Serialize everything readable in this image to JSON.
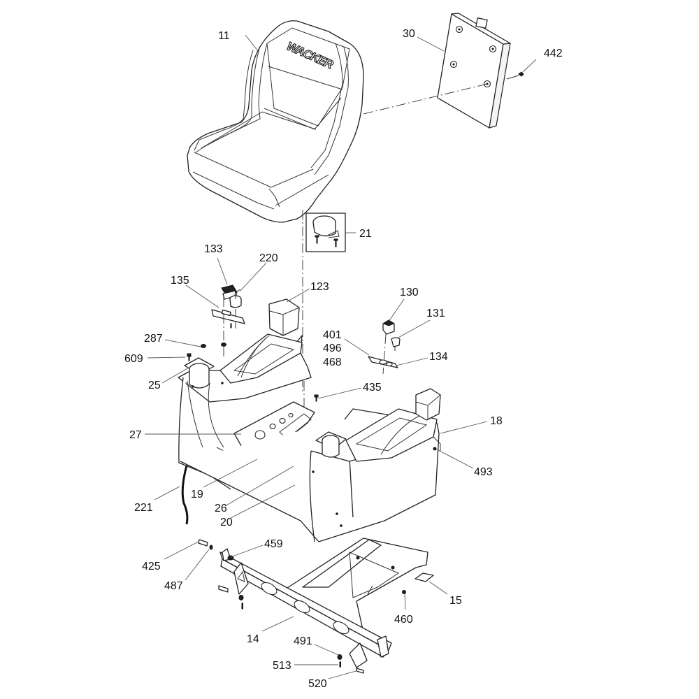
{
  "diagram": {
    "title": "Seat and console assembly – exploded parts view",
    "brand_text": "WACKER",
    "callouts": [
      {
        "id": "11",
        "label": "11",
        "part": "seat"
      },
      {
        "id": "30",
        "label": "30",
        "part": "back-plate"
      },
      {
        "id": "442",
        "label": "442",
        "part": "screw"
      },
      {
        "id": "21",
        "label": "21",
        "part": "buzzer-kit"
      },
      {
        "id": "133",
        "label": "133",
        "part": "switch"
      },
      {
        "id": "220",
        "label": "220",
        "part": "key-switch"
      },
      {
        "id": "135",
        "label": "135",
        "part": "switch-plate"
      },
      {
        "id": "123",
        "label": "123",
        "part": "left-control-box"
      },
      {
        "id": "130",
        "label": "130",
        "part": "rocker-switch"
      },
      {
        "id": "131",
        "label": "131",
        "part": "push-switch"
      },
      {
        "id": "401",
        "label": "401",
        "part": "fastener"
      },
      {
        "id": "496",
        "label": "496",
        "part": "fastener"
      },
      {
        "id": "468",
        "label": "468",
        "part": "fastener"
      },
      {
        "id": "134",
        "label": "134",
        "part": "switch-plate-right"
      },
      {
        "id": "287",
        "label": "287",
        "part": "washer"
      },
      {
        "id": "609",
        "label": "609",
        "part": "screw"
      },
      {
        "id": "25",
        "label": "25",
        "part": "left-bearing-housing"
      },
      {
        "id": "435",
        "label": "435",
        "part": "bolt"
      },
      {
        "id": "27",
        "label": "27",
        "part": "bracket"
      },
      {
        "id": "18",
        "label": "18",
        "part": "right-console"
      },
      {
        "id": "493",
        "label": "493",
        "part": "nut"
      },
      {
        "id": "221",
        "label": "221",
        "part": "cable"
      },
      {
        "id": "19",
        "label": "19",
        "part": "plate"
      },
      {
        "id": "26",
        "label": "26",
        "part": "bracket"
      },
      {
        "id": "20",
        "label": "20",
        "part": "console-base"
      },
      {
        "id": "425",
        "label": "425",
        "part": "bolt"
      },
      {
        "id": "459",
        "label": "459",
        "part": "nut"
      },
      {
        "id": "487",
        "label": "487",
        "part": "washer"
      },
      {
        "id": "14",
        "label": "14",
        "part": "mounting-frame"
      },
      {
        "id": "15",
        "label": "15",
        "part": "pad"
      },
      {
        "id": "460",
        "label": "460",
        "part": "nut"
      },
      {
        "id": "491",
        "label": "491",
        "part": "washer"
      },
      {
        "id": "513",
        "label": "513",
        "part": "pin"
      },
      {
        "id": "520",
        "label": "520",
        "part": "bolt"
      }
    ]
  }
}
